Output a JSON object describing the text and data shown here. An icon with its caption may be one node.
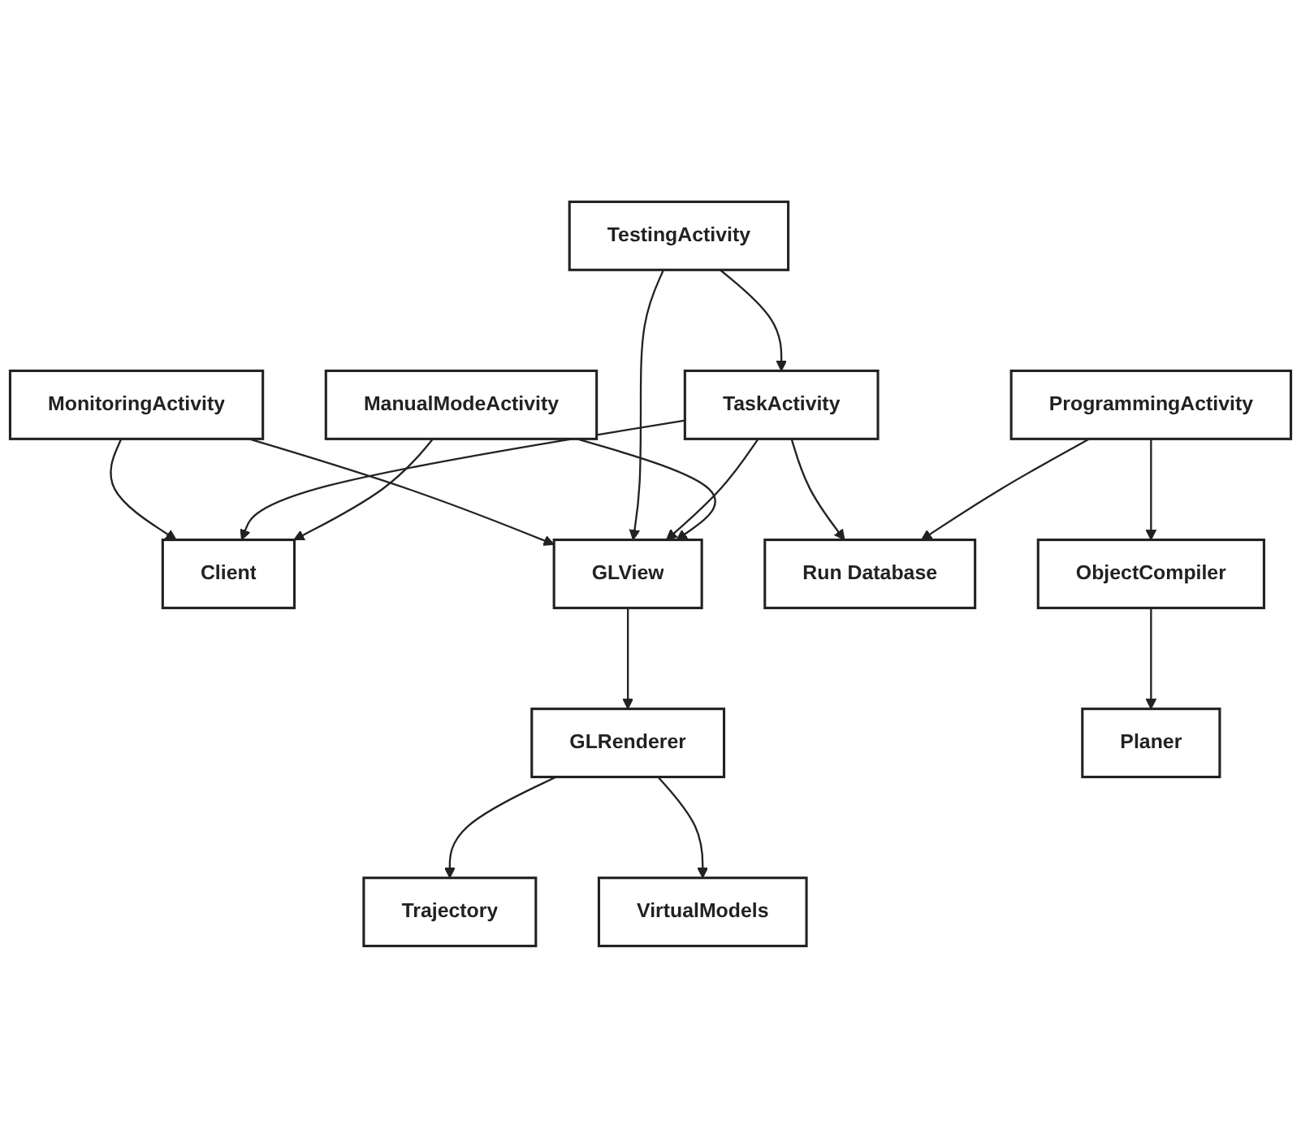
{
  "diagram": {
    "nodes": [
      {
        "text": [
          "MonitoringActivity"
        ]
      },
      {
        "text": [
          "TestingActivity"
        ]
      },
      {
        "text": [
          "Client"
        ]
      },
      {
        "text": [
          "GLView"
        ]
      },
      {
        "text": [
          "TaskActivity"
        ]
      },
      {
        "text": [
          "ManualModeActivity"
        ]
      },
      {
        "text": [
          "Run Database"
        ]
      },
      {
        "text": [
          "ProgrammingActivity"
        ]
      },
      {
        "text": [
          "GLRenderer"
        ]
      },
      {
        "text": [
          "ObjectCompiler"
        ]
      },
      {
        "text": [
          "Trajectory"
        ]
      },
      {
        "text": [
          "VirtualModels"
        ]
      },
      {
        "text": [
          "Planer"
        ]
      }
    ],
    "edges": [
      {
        "from": 0,
        "to": 3,
        "arrow": "to"
      },
      {
        "from": 0,
        "to": 2,
        "arrow": "to"
      },
      {
        "from": 1,
        "to": 3,
        "arrow": "to"
      },
      {
        "from": 1,
        "to": 4,
        "arrow": "to"
      },
      {
        "from": 4,
        "to": 3,
        "arrow": "to"
      },
      {
        "from": 4,
        "to": 2,
        "arrow": "to"
      },
      {
        "from": 5,
        "to": 2,
        "arrow": "to"
      },
      {
        "from": 5,
        "to": 3,
        "arrow": "to"
      },
      {
        "from": 4,
        "to": 6,
        "arrow": "to"
      },
      {
        "from": 7,
        "to": 6,
        "arrow": "to"
      },
      {
        "from": 3,
        "to": 8,
        "arrow": "to"
      },
      {
        "from": 7,
        "to": 9,
        "arrow": "to"
      },
      {
        "from": 9,
        "to": 12,
        "arrow": "to"
      },
      {
        "from": 8,
        "to": 10,
        "arrow": "to"
      },
      {
        "from": 8,
        "to": 11,
        "arrow": "to"
      }
    ]
  }
}
